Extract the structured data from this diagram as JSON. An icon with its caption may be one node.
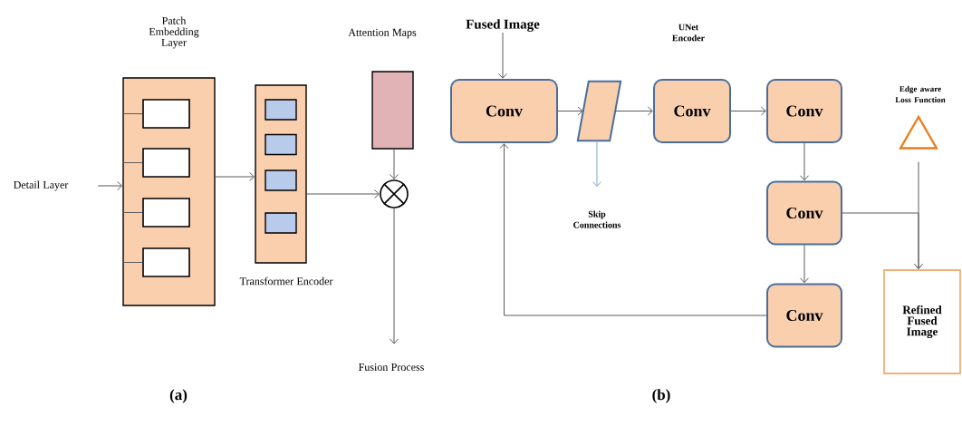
{
  "diagram": {
    "nodes": [
      {
        "text": [
          "Detail Layer"
        ]
      },
      {
        "text": [
          "Patch Embedding Layer"
        ]
      },
      {
        "text": [],
        "shape": "box",
        "in": 1
      },
      {
        "text": [],
        "shape": "box",
        "in": 1
      },
      {
        "text": [],
        "shape": "box",
        "in": 1
      },
      {
        "text": [],
        "shape": "box",
        "in": 1
      },
      {
        "text": [
          "Transformer Encoder"
        ]
      },
      {
        "text": [],
        "shape": "box",
        "in": 6
      },
      {
        "text": [],
        "shape": "box",
        "in": 6
      },
      {
        "text": [],
        "shape": "box",
        "in": 6
      },
      {
        "text": [],
        "shape": "box",
        "in": 6
      },
      {
        "text": [
          "Attention Maps"
        ]
      },
      {
        "text": [],
        "shape": "circle"
      },
      {
        "text": [
          "Fusion Process"
        ]
      },
      {
        "text": [
          "Fused Image"
        ]
      },
      {
        "text": [
          "Conv"
        ]
      },
      {
        "text": [],
        "shape": "parallelogram"
      },
      {
        "text": [
          "Skip Connections"
        ]
      },
      {
        "text": [
          "UNet Encoder",
          "Conv"
        ]
      },
      {
        "text": [
          "Conv"
        ]
      },
      {
        "text": [
          "Conv"
        ]
      },
      {
        "text": [
          "Conv"
        ]
      },
      {
        "text": [
          "Edge aware Loss Function"
        ]
      },
      {
        "text": [
          "Refined Fused Image"
        ]
      }
    ],
    "edges": [
      {
        "from": 0,
        "to": 1,
        "arrow": "to"
      },
      {
        "from": 1,
        "to": 2,
        "arrow": "none"
      },
      {
        "from": 1,
        "to": 3,
        "arrow": "none"
      },
      {
        "from": 1,
        "to": 4,
        "arrow": "none"
      },
      {
        "from": 1,
        "to": 5,
        "arrow": "none"
      },
      {
        "from": 1,
        "to": 6,
        "arrow": "to"
      },
      {
        "from": 6,
        "to": 12,
        "arrow": "to"
      },
      {
        "from": 11,
        "to": 12,
        "arrow": "to"
      },
      {
        "from": 12,
        "to": 13,
        "arrow": "to"
      },
      {
        "from": 14,
        "to": 15,
        "arrow": "to"
      },
      {
        "from": 15,
        "to": 16,
        "arrow": "to"
      },
      {
        "from": 16,
        "to": 17,
        "arrow": "to",
        "color": "#7fa7d0"
      },
      {
        "from": 16,
        "to": 18,
        "arrow": "to"
      },
      {
        "from": 18,
        "to": 19,
        "arrow": "to"
      },
      {
        "from": 19,
        "to": 20,
        "arrow": "to"
      },
      {
        "from": 20,
        "to": 21,
        "arrow": "to"
      },
      {
        "from": 21,
        "to": 15,
        "arrow": "to"
      },
      {
        "from": 20,
        "to": 23,
        "arrow": "to"
      },
      {
        "from": 22,
        "to": 23,
        "arrow": "to"
      }
    ],
    "labels": [
      "(a)",
      "(b)"
    ]
  }
}
